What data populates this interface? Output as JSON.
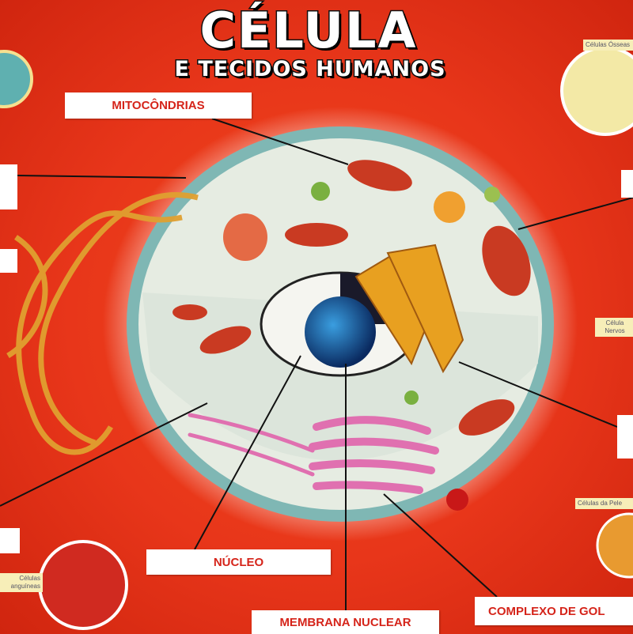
{
  "title": "CÉLULA",
  "subtitle": "E TECIDOS HUMANOS",
  "labels": {
    "mitochondria": "MITOCÔNDRIAS",
    "nucleus": "NÚCLEO",
    "nuclear_membrane": "MEMBRANA NUCLEAR",
    "golgi": "COMPLEXO DE GOL"
  },
  "tissue_tags": {
    "bone": "Células Ósseas",
    "nerve_1": "Célula",
    "nerve_2": "Nervos",
    "skin": "Células da Pele",
    "blood_1": "Células",
    "blood_2": "anguíneas"
  },
  "colors": {
    "background": "#e8361a",
    "label_text": "#d5241a",
    "tag_bg": "#f7eeb8"
  }
}
